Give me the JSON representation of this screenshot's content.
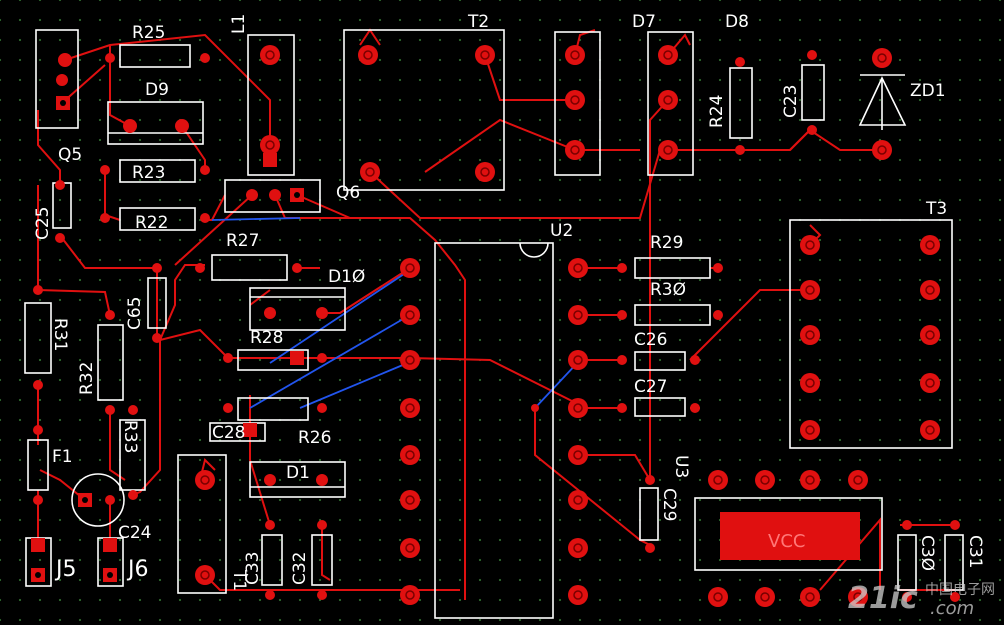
{
  "labels": {
    "R25": "R25",
    "L1": "L1",
    "T2": "T2",
    "D7": "D7",
    "D8": "D8",
    "ZD1": "ZD1",
    "D9": "D9",
    "Q5": "Q5",
    "R23": "R23",
    "R22": "R22",
    "Q6": "Q6",
    "R24": "R24",
    "C23": "C23",
    "T3": "T3",
    "U2": "U2",
    "R27": "R27",
    "D10": "D1Ø",
    "R29": "R29",
    "C25": "C25",
    "C65": "C65",
    "R30": "R3Ø",
    "R31": "R31",
    "R32": "R32",
    "R28": "R28",
    "C26": "C26",
    "C27": "C27",
    "C28": "C28",
    "R26": "R26",
    "R33": "R33",
    "F1": "F1",
    "D1": "D1",
    "U3": "U3",
    "C24": "C24",
    "C29": "C29",
    "C30": "C3Ø",
    "C31": "C31",
    "J5": "J5",
    "J6": "J6",
    "C33": "C33",
    "C32": "C32",
    "T1": "T1",
    "VCC": "VCC"
  },
  "watermark": {
    "logo": "21ic",
    "site": "中国电子网",
    "domain": ".com"
  },
  "colors": {
    "background": "#000000",
    "copper": "#e01010",
    "silkscreen": "#ffffff",
    "bottom_layer": "#2255ee",
    "grid": "#2e6b2e"
  }
}
